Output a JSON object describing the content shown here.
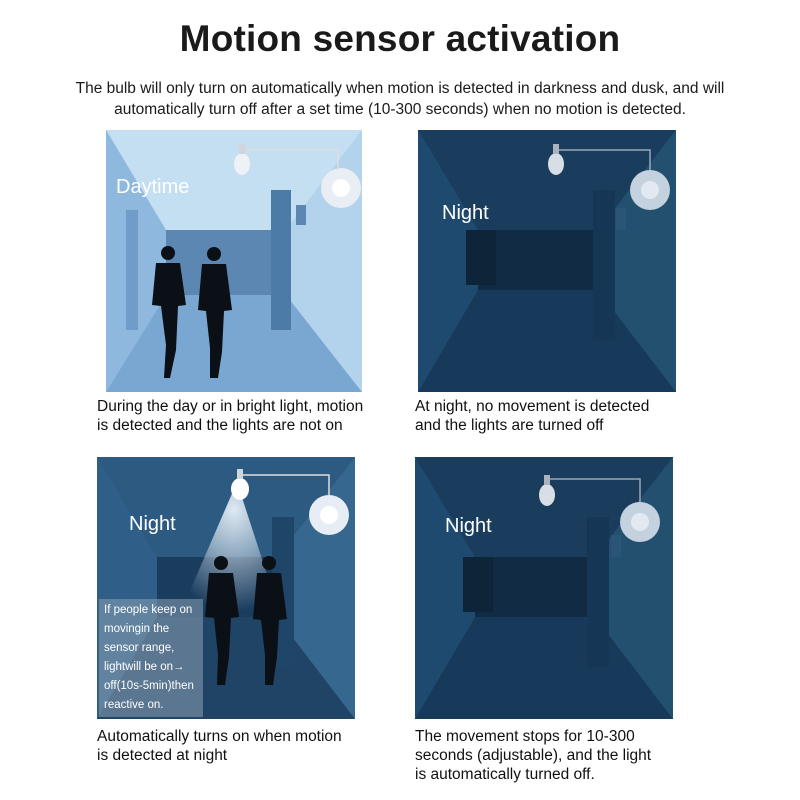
{
  "title": "Motion sensor activation",
  "subtitle": "The bulb will only turn on automatically when motion is detected in darkness and dusk, and will automatically turn off after a set time (10-300 seconds) when no motion is detected.",
  "panels": [
    {
      "label": "Daytime",
      "caption_line1": "During the day or in bright light, motion",
      "caption_line2": "is detected and the lights are not on",
      "wall_color": "#9cc3e6",
      "floor_color": "#6f9fca"
    },
    {
      "label": "Night",
      "caption_line1": "At night, no movement is detected",
      "caption_line2": "and the lights are turned off",
      "wall_color": "#1f4668",
      "floor_color": "#163553"
    },
    {
      "label": "Night",
      "caption_line1": "Automatically turns on when motion",
      "caption_line2": "is detected at night",
      "note": [
        "If people keep on",
        "movingin the",
        "sensor range,",
        "lightwill be on→",
        "off(10s-5min)then",
        "reactive on."
      ],
      "wall_color": "#2a5478",
      "floor_color": "#1e4163"
    },
    {
      "label": "Night",
      "caption_line1": "The movement stops for 10-300",
      "caption_line2": "seconds (adjustable), and the light",
      "caption_line3": "is automatically turned off.",
      "wall_color": "#1f4668",
      "floor_color": "#163553"
    }
  ]
}
